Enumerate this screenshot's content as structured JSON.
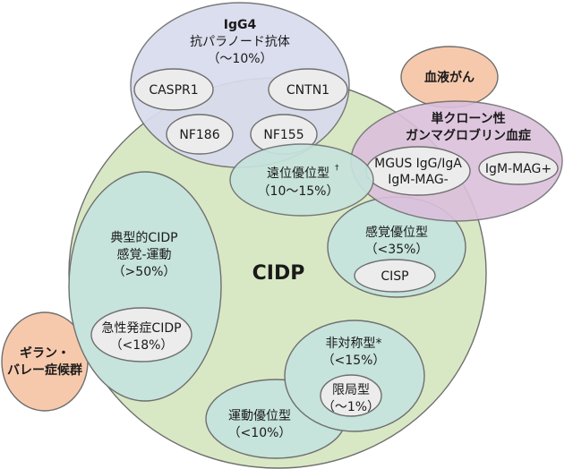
{
  "colors": {
    "cidp_fill": "#d9e8c4",
    "teal_fill": "#c6e3dc",
    "igg4_fill": "#d8dced",
    "mgamma_fill": "#dcc0dc",
    "orange_fill": "#f7c9ac",
    "inner_fill": "#ececec"
  },
  "cidp": {
    "label": "CIDP"
  },
  "igg4": {
    "line1": "IgG4",
    "line2": "抗パラノード抗体",
    "line3": "（～10%）",
    "items": [
      "CASPR1",
      "CNTN1",
      "NF186",
      "NF155"
    ]
  },
  "blood_cancer": {
    "label": "血液がん"
  },
  "monoclonal": {
    "line1": "単クローン性",
    "line2": "ガンマグロブリン血症",
    "mgus_line1": "MGUS IgG/IgA",
    "mgus_line2": "IgM-MAG-",
    "igm_mag": "IgM-MAG+"
  },
  "distal": {
    "line1": "遠位優位型",
    "mark": "†",
    "line2": "（10～15%）"
  },
  "typical": {
    "line1": "典型的CIDP",
    "line2": "感覚-運動",
    "line3": "（>50%）",
    "acute_line1": "急性発症CIDP",
    "acute_line2": "（<18%）"
  },
  "sensory": {
    "line1": "感覚優位型",
    "line2": "（<35%）",
    "cisp": "CISP"
  },
  "gbs": {
    "line1": "ギラン・",
    "line2": "バレー症候群"
  },
  "asymmetric": {
    "line1": "非対称型*",
    "line2": "（<15%）",
    "focal_line1": "限局型",
    "focal_line2": "（～1%）"
  },
  "motor": {
    "line1": "運動優位型",
    "line2": "（<10%）"
  }
}
